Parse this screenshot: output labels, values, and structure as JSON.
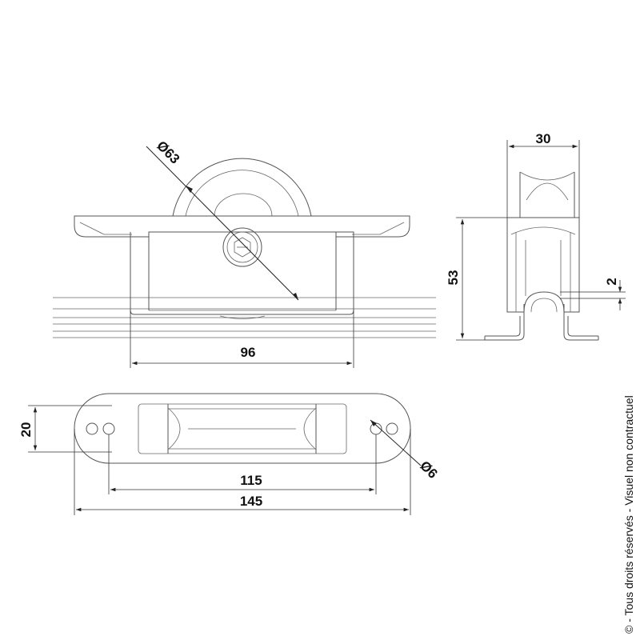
{
  "dimensions": {
    "wheel_diameter": "Ø63",
    "body_width": "96",
    "side_width": "30",
    "side_height": "53",
    "groove": "2",
    "plate_height": "20",
    "hole_spacing": "115",
    "plate_length": "145",
    "hole_diameter": "Ø6"
  },
  "credit": "© - Tous droits réservés - Visuel non contractuel",
  "colors": {
    "line": "#555555",
    "text": "#111111"
  }
}
